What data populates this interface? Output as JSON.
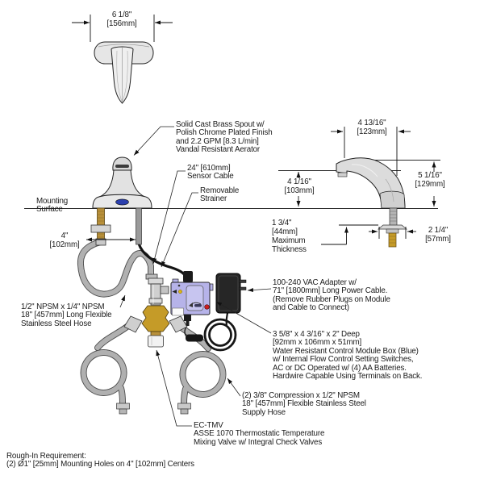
{
  "labels": {
    "dim_spout_width": "6 1/8\"\n[156mm]",
    "spout": "Solid Cast Brass Spout w/\nPolish Chrome Plated Finish\nand 2.2 GPM [8.3 L/min]\nVandal Resistant Aerator",
    "sensor_cable": "24\" [610mm]\nSensor Cable",
    "strainer": "Removable\nStrainer",
    "mounting_surface": "Mounting\nSurface",
    "dim_centers": "4\"\n[102mm]",
    "hose": "1/2\" NPSM x 1/4\" NPSM\n18\" [457mm] Long Flexible\nStainless Steel Hose",
    "dim_outlet_height": "4 1/16\"\n[103mm]",
    "dim_max_thickness": "1 3/4\"\n[44mm]\nMaximum\nThickness",
    "dim_reach": "4 13/16\"\n[123mm]",
    "dim_spout_height": "5 1/16\"\n[129mm]",
    "dim_base": "2 1/4\"\n[57mm]",
    "adapter": "100-240 VAC Adapter w/\n71\" [1800mm] Long Power Cable.\n(Remove Rubber Plugs on Module\nand Cable to Connect)",
    "module": "3 5/8\" x 4 3/16\" x 2\" Deep\n[92mm x 106mm x 51mm]\nWater Resistant Control Module Box (Blue)\nw/ Internal Flow Control Setting Switches,\nAC or DC Operated w/ (4) AA Batteries.\nHardwire Capable Using Terminals on Back.",
    "supply_hose": "(2) 3/8\" Compression x 1/2\" NPSM\n18\" [457mm] Flexible Stainless Steel\nSupply Hose",
    "tmv": "EC-TMV\nASSE 1070 Thermostatic Temperature\nMixing Valve w/ Integral Check Valves",
    "rough_in": "Rough-In Requirement:\n(2)  Ø1\" [25mm] Mounting Holes on 4\" [102mm] Centers"
  },
  "colors": {
    "module_box": "#b6b3e9",
    "module_panel": "#c7c5f0",
    "sensor_window": "#2b3fae",
    "brass": "#c59b28",
    "brass_dark": "#b8903a",
    "power_button": "#cc2020",
    "indicator_dot": "#ddb514",
    "line": "#1a1a1a"
  }
}
